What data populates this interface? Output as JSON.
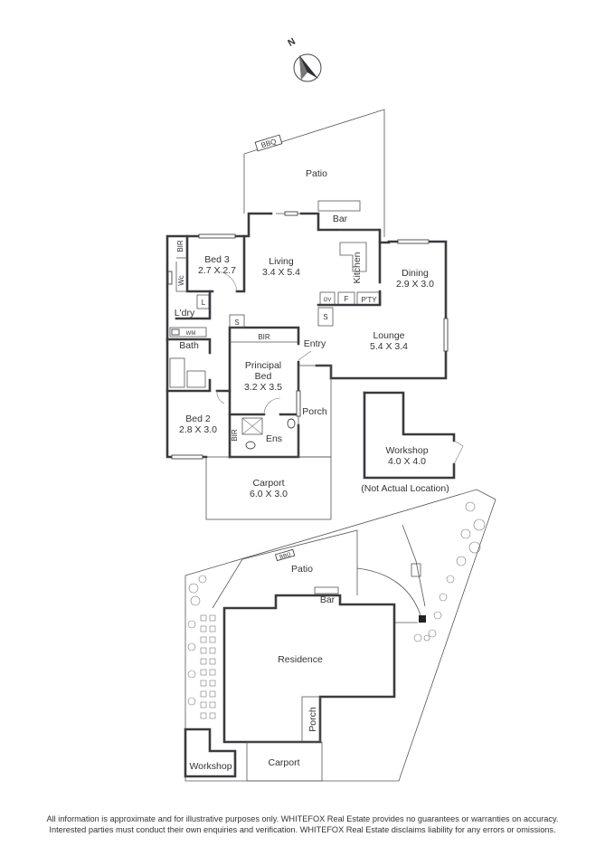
{
  "compass": {
    "letter": "N"
  },
  "floor_plan": {
    "bbq": "BBQ",
    "patio": "Patio",
    "bar": "Bar",
    "living": {
      "name": "Living",
      "size": "3.4 X 5.4"
    },
    "bed3": {
      "name": "Bed 3",
      "size": "2.7 X 2.7"
    },
    "bir": "BIR",
    "wc": "Wc",
    "l": "L",
    "laundry": "L'dry",
    "wm": "WM",
    "bath": "Bath",
    "kitchen": "Kitchen",
    "dining": {
      "name": "Dining",
      "size": "2.9 X 3.0"
    },
    "ov": "OV",
    "f": "F",
    "pantry": "P'TY",
    "s": "S",
    "lounge": {
      "name": "Lounge",
      "size": "5.4 X 3.4"
    },
    "entry": "Entry",
    "principal": {
      "name_line1": "Principal",
      "name_line2": "Bed",
      "size": "3.2 X 3.5"
    },
    "porch": "Porch",
    "ens": "Ens",
    "bed2": {
      "name": "Bed 2",
      "size": "2.8 X 3.0"
    },
    "carport": {
      "name": "Carport",
      "size": "6.0 X 3.0"
    },
    "workshop": {
      "name": "Workshop",
      "size": "4.0 X 4.0",
      "note": "(Not Actual Location)"
    }
  },
  "site_plan": {
    "bbq": "BBQ",
    "patio": "Patio",
    "bar": "Bar",
    "residence": "Residence",
    "porch": "Porch",
    "workshop": "Workshop",
    "carport": "Carport"
  },
  "disclaimer": {
    "line1": "All information is approximate and for illustrative purposes only. WHITEFOX Real Estate provides no guarantees or warranties on accuracy.",
    "line2": "Interested parties must conduct their own enquiries and verification. WHITEFOX Real Estate disclaims liability for any errors or omissions."
  }
}
